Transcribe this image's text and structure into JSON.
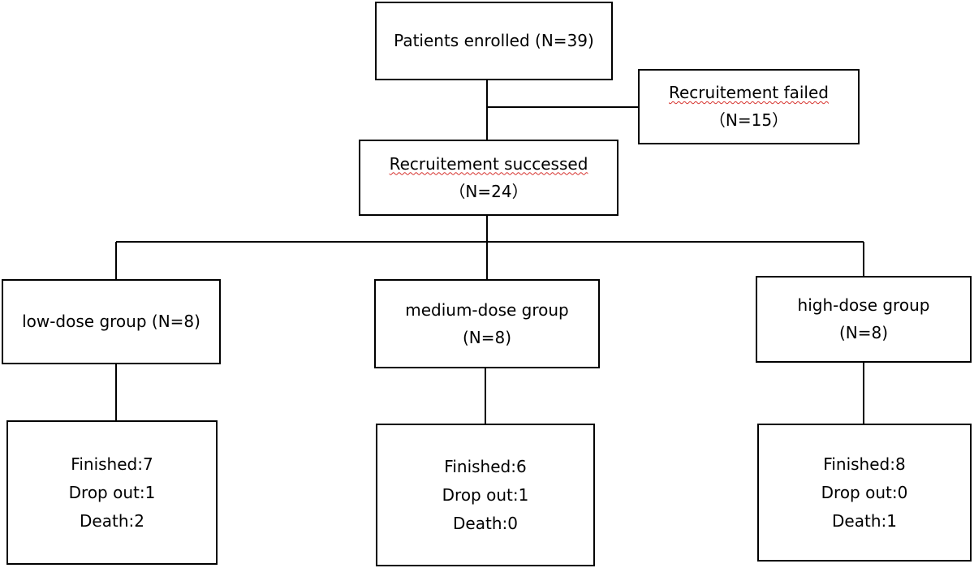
{
  "enrolled": {
    "text": "Patients enrolled (N=39)"
  },
  "failed": {
    "label": "Recruitement failed",
    "count": "（N=15）"
  },
  "success": {
    "label": "Recruitement successed",
    "count": "（N=24）"
  },
  "groups": {
    "low": {
      "line1": "low-dose group (N=8)"
    },
    "medium": {
      "line1": "medium-dose group",
      "line2": "(N=8)"
    },
    "high": {
      "line1": "high-dose group",
      "line2": "(N=8)"
    }
  },
  "outcomes": {
    "low": {
      "finished": "Finished:7",
      "dropout": "Drop out:1",
      "death": "Death:2"
    },
    "medium": {
      "finished": "Finished:6",
      "dropout": "Drop out:1",
      "death": "Death:0"
    },
    "high": {
      "finished": "Finished:8",
      "dropout": "Drop out:0",
      "death": "Death:1"
    }
  }
}
